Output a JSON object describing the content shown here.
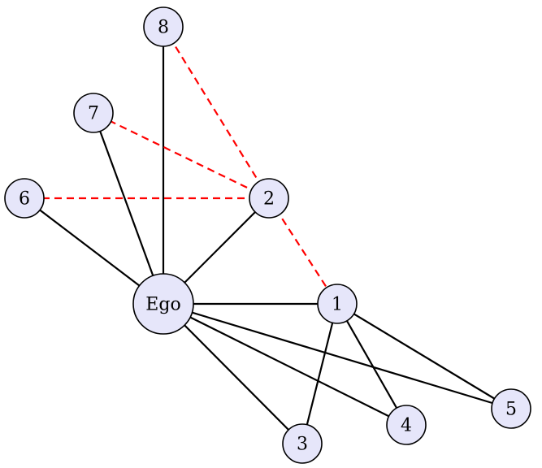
{
  "diagram": {
    "type": "ego-network",
    "colors": {
      "node_fill": "#e6e6fa",
      "node_stroke": "#000000",
      "solid_edge": "#000000",
      "dashed_edge": "#ff0000",
      "background": "#ffffff"
    },
    "nodes": [
      {
        "id": "ego",
        "label": "Ego"
      },
      {
        "id": "n1",
        "label": "1"
      },
      {
        "id": "n2",
        "label": "2"
      },
      {
        "id": "n3",
        "label": "3"
      },
      {
        "id": "n4",
        "label": "4"
      },
      {
        "id": "n5",
        "label": "5"
      },
      {
        "id": "n6",
        "label": "6"
      },
      {
        "id": "n7",
        "label": "7"
      },
      {
        "id": "n8",
        "label": "8"
      }
    ],
    "edges": [
      {
        "from": "ego",
        "to": "n1",
        "style": "solid"
      },
      {
        "from": "ego",
        "to": "n2",
        "style": "solid"
      },
      {
        "from": "ego",
        "to": "n3",
        "style": "solid"
      },
      {
        "from": "ego",
        "to": "n4",
        "style": "solid"
      },
      {
        "from": "ego",
        "to": "n5",
        "style": "solid"
      },
      {
        "from": "ego",
        "to": "n6",
        "style": "solid"
      },
      {
        "from": "ego",
        "to": "n7",
        "style": "solid"
      },
      {
        "from": "ego",
        "to": "n8",
        "style": "solid"
      },
      {
        "from": "n1",
        "to": "n3",
        "style": "solid"
      },
      {
        "from": "n1",
        "to": "n4",
        "style": "solid"
      },
      {
        "from": "n1",
        "to": "n5",
        "style": "solid"
      },
      {
        "from": "n2",
        "to": "n1",
        "style": "dashed"
      },
      {
        "from": "n2",
        "to": "n6",
        "style": "dashed"
      },
      {
        "from": "n2",
        "to": "n7",
        "style": "dashed"
      },
      {
        "from": "n2",
        "to": "n8",
        "style": "dashed"
      }
    ]
  }
}
